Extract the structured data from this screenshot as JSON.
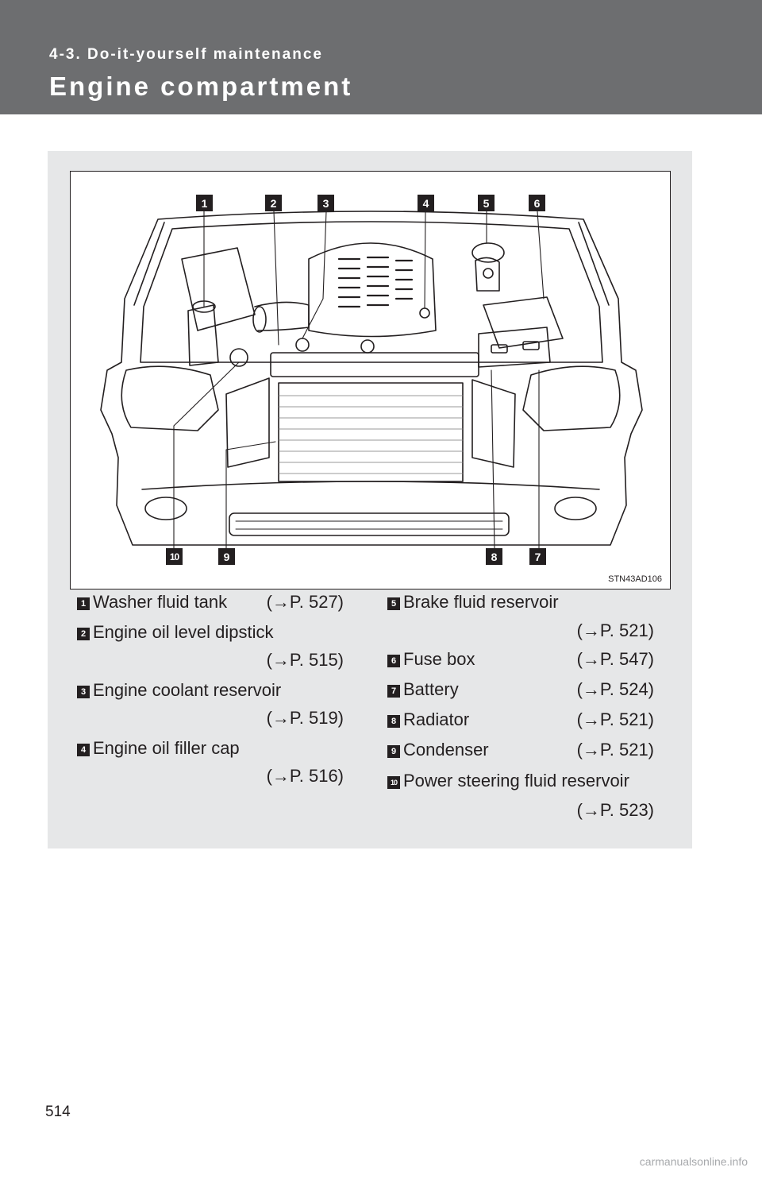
{
  "header": {
    "section": "4-3. Do-it-yourself maintenance",
    "title": "Engine compartment"
  },
  "figure": {
    "code": "STN43AD106",
    "callouts": [
      "1",
      "2",
      "3",
      "4",
      "5",
      "6",
      "7",
      "8",
      "9",
      "10"
    ]
  },
  "legend": [
    {
      "num": "1",
      "label": "Washer fluid tank",
      "ref": "(→P. 527)"
    },
    {
      "num": "2",
      "label": "Engine oil level dipstick",
      "ref": "(→P. 515)"
    },
    {
      "num": "3",
      "label": "Engine coolant reservoir",
      "ref": "(→P. 519)"
    },
    {
      "num": "4",
      "label": "Engine oil filler cap",
      "ref": "(→P. 516)"
    },
    {
      "num": "5",
      "label": "Brake fluid reservoir",
      "ref": "(→P. 521)"
    },
    {
      "num": "6",
      "label": "Fuse box",
      "ref": "(→P. 547)"
    },
    {
      "num": "7",
      "label": "Battery",
      "ref": "(→P. 524)"
    },
    {
      "num": "8",
      "label": "Radiator",
      "ref": "(→P. 521)"
    },
    {
      "num": "9",
      "label": "Condenser",
      "ref": "(→P. 521)"
    },
    {
      "num": "10",
      "label": "Power steering fluid reservoir",
      "ref": "(→P. 523)"
    }
  ],
  "page_number": "514",
  "watermark": "carmanualsonline.info"
}
